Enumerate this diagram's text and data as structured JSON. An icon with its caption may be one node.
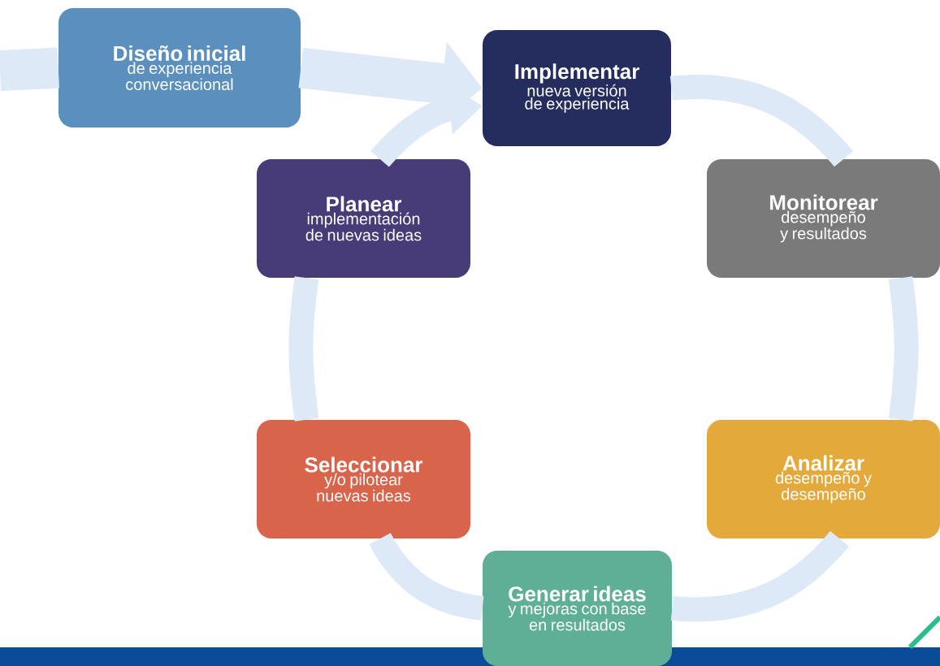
{
  "diagram": {
    "nodes": [
      {
        "text": [
          "Diseño inicial",
          "de experiencia conversacional"
        ]
      },
      {
        "text": [
          "Implementar",
          "nueva versión de experiencia"
        ]
      },
      {
        "text": [
          "Monitorear",
          "desempeño y resultados"
        ]
      },
      {
        "text": [
          "Analizar",
          "desempeño y desempeño"
        ]
      },
      {
        "text": [
          "Generar ideas",
          "y mejoras con base en resultados"
        ]
      },
      {
        "text": [
          "Seleccionar",
          "y/o pilotear nuevas ideas"
        ]
      },
      {
        "text": [
          "Planear",
          "implementación de nuevas ideas"
        ]
      }
    ],
    "edges": [
      {
        "from": null,
        "to": 0,
        "arrow": "none"
      },
      {
        "from": 0,
        "to": 1,
        "arrow": "to"
      },
      {
        "from": 1,
        "to": 2,
        "arrow": "none"
      },
      {
        "from": 2,
        "to": 3,
        "arrow": "none"
      },
      {
        "from": 3,
        "to": 4,
        "arrow": "none"
      },
      {
        "from": 4,
        "to": 5,
        "arrow": "none"
      },
      {
        "from": 5,
        "to": 6,
        "arrow": "none"
      },
      {
        "from": 6,
        "to": 1,
        "arrow": "to"
      }
    ]
  }
}
